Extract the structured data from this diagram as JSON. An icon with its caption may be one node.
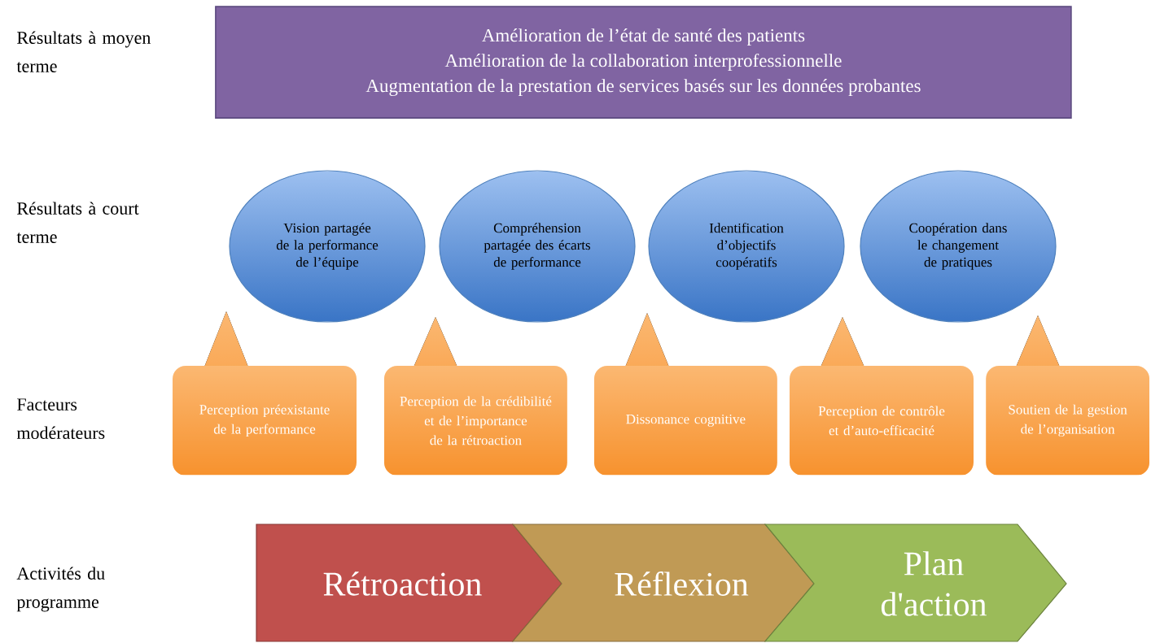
{
  "diagram": {
    "nodes": [
      {
        "text": [
          "Amélioration de l’état de santé des patients",
          "Amélioration de la collaboration interprofessionnelle",
          "Augmentation de la prestation de services basés sur les données probantes"
        ]
      },
      {
        "text": [
          "Vision partagée de la performance de l’équipe"
        ]
      },
      {
        "text": [
          "Compréhension partagée des écarts de performance"
        ]
      },
      {
        "text": [
          "Identification d’objectifs coopératifs"
        ]
      },
      {
        "text": [
          "Coopération dans le changement de pratiques"
        ]
      },
      {
        "text": [
          "Perception préexistante de la performance"
        ]
      },
      {
        "text": [
          "Perception de la crédibilité et de l’importance de la rétroaction"
        ]
      },
      {
        "text": [
          "Dissonance cognitive"
        ]
      },
      {
        "text": [
          "Perception de contrôle et d’auto-efficacité"
        ]
      },
      {
        "text": [
          "Soutien de la gestion de l’organisation"
        ]
      },
      {
        "text": [
          "Rétroaction"
        ]
      },
      {
        "text": [
          "Réflexion"
        ]
      },
      {
        "text": [
          "Plan d'action"
        ]
      }
    ],
    "labels": [
      "Résultats à moyen terme",
      "Résultats à court terme",
      "Facteurs modérateurs",
      "Activités du programme"
    ]
  }
}
